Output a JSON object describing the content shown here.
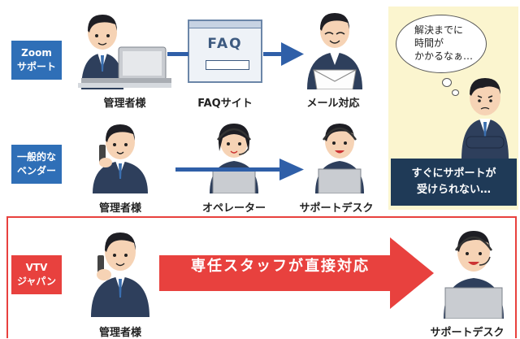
{
  "rows": {
    "zoom_label": [
      "Zoom",
      "サポート"
    ],
    "general_label": [
      "一般的な",
      "ベンダー"
    ],
    "vtv_label": [
      "VTV",
      "ジャパン"
    ]
  },
  "captions": {
    "admin1": "管理者様",
    "faq_site": "FAQサイト",
    "mail": "メール対応",
    "admin2": "管理者様",
    "operator": "オペレーター",
    "support_desk1": "サポートデスク",
    "admin3": "管理者様",
    "support_desk2": "サポートデスク"
  },
  "faq_window_title": "FAQ",
  "thought": [
    "解決までに",
    "時間が",
    "かかるなぁ…"
  ],
  "problem_box": [
    "すぐにサポートが",
    "受けられない…"
  ],
  "highlight_arrow": "専任スタッフが直接対応",
  "colors": {
    "blue_label": "#2f6fb7",
    "red_accent": "#e8413e",
    "arrow_blue": "#2f5fa8",
    "panel_yellow": "#fbf5cf",
    "dark_navy": "#1f3a57"
  }
}
